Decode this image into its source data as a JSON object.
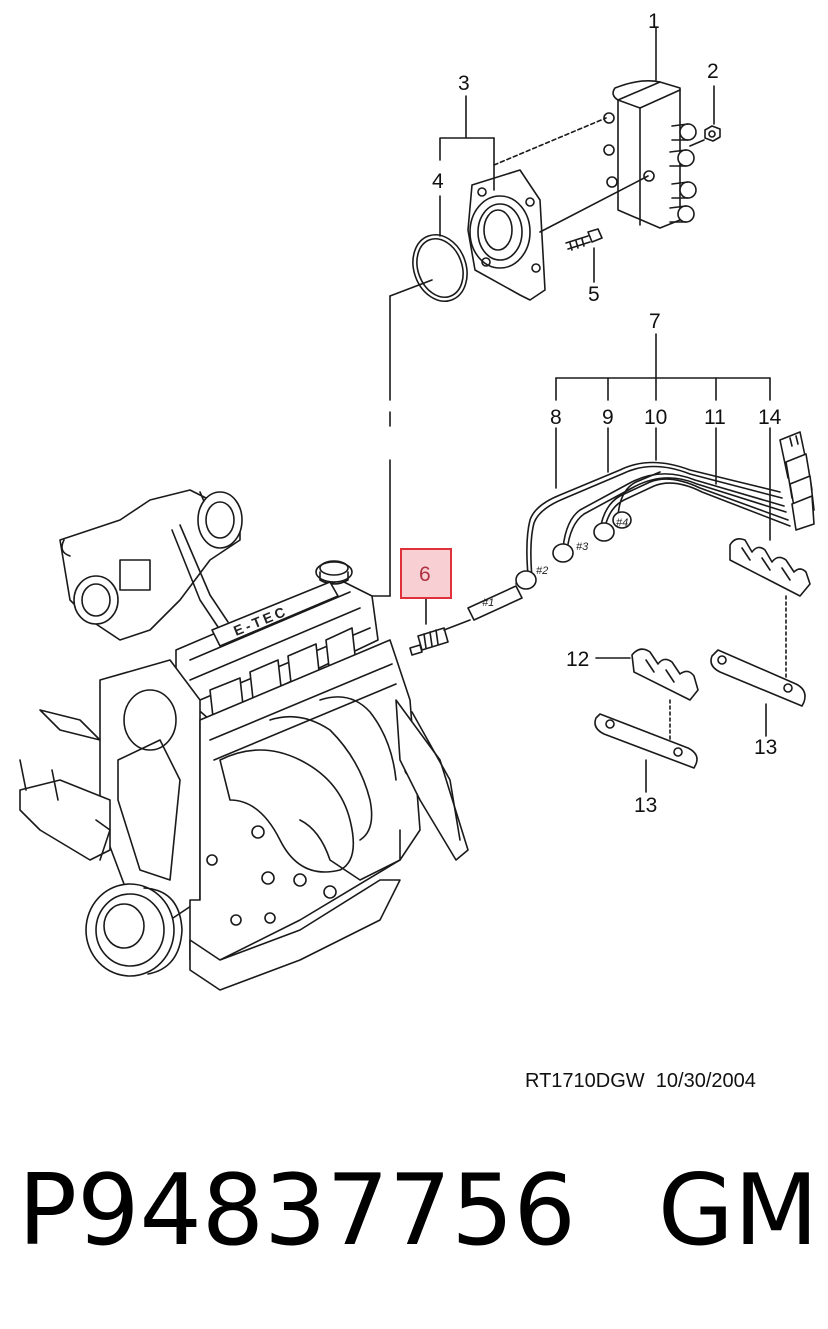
{
  "callouts": {
    "c1": "1",
    "c2": "2",
    "c3": "3",
    "c4": "4",
    "c5": "5",
    "c6": "6",
    "c7": "7",
    "c8": "8",
    "c9": "9",
    "c10": "10",
    "c11": "11",
    "c12": "12",
    "c13a": "13",
    "c13b": "13",
    "c14": "14"
  },
  "highlighted_callout": "6",
  "colors": {
    "highlight_border": "#e0303a",
    "highlight_fill": "#f8d0d4",
    "line": "#1a1a1a"
  },
  "wire_labels": {
    "w1": "#1",
    "w2": "#2",
    "w3": "#3",
    "w4": "#4"
  },
  "engine_badge": "E-TEC",
  "drawing_ref": "RT1710DGW  10/30/2004",
  "part_number": "P94837756",
  "brand": "GM"
}
